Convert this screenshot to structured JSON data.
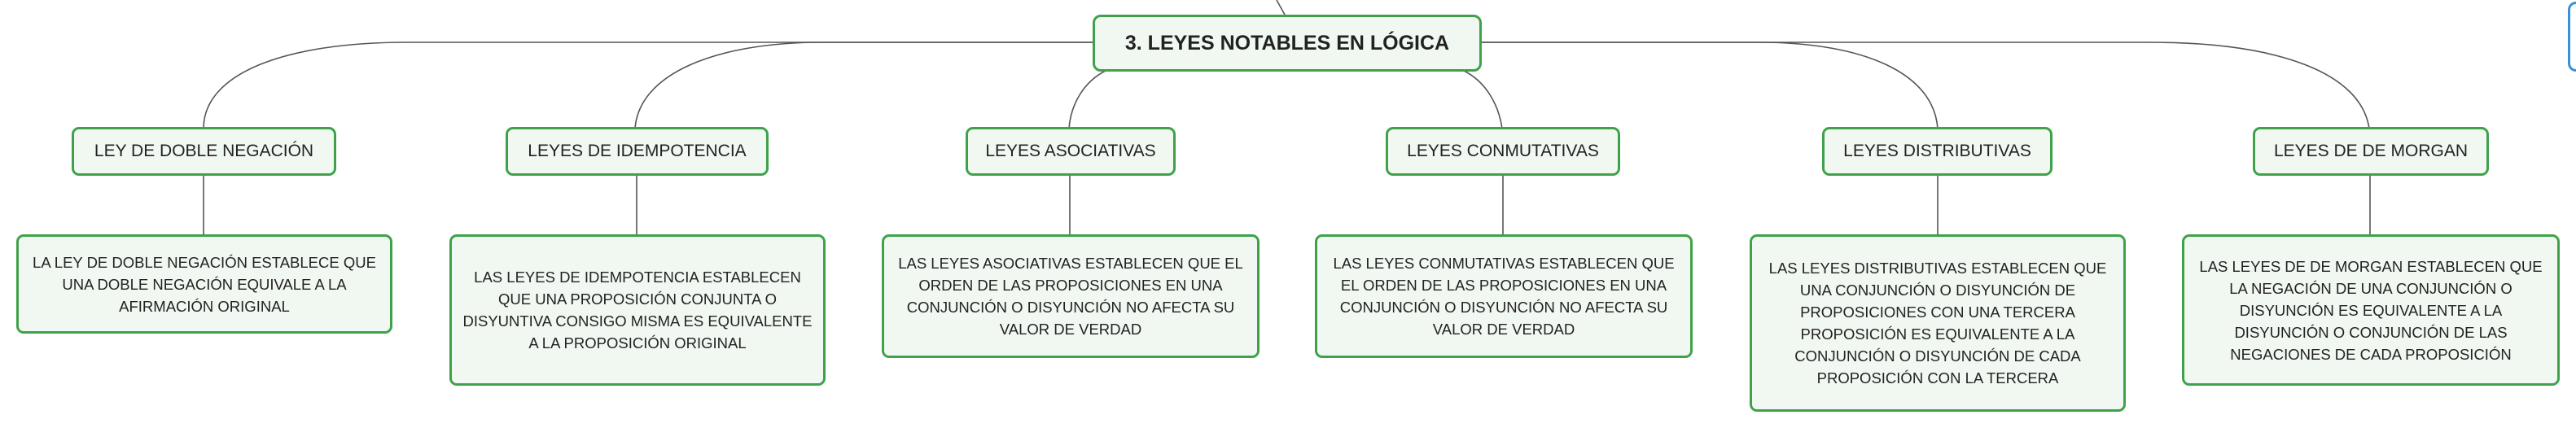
{
  "root": {
    "label": "3. LEYES NOTABLES EN LÓGICA"
  },
  "topics": [
    {
      "label": "LEY DE DOBLE NEGACIÓN",
      "description": "LA LEY DE DOBLE NEGACIÓN ESTABLECE QUE UNA DOBLE NEGACIÓN EQUIVALE A LA AFIRMACIÓN ORIGINAL"
    },
    {
      "label": "LEYES DE IDEMPOTENCIA",
      "description": "LAS LEYES DE IDEMPOTENCIA ESTABLECEN QUE UNA PROPOSICIÓN CONJUNTA O DISYUNTIVA CONSIGO MISMA ES EQUIVALENTE A LA PROPOSICIÓN ORIGINAL"
    },
    {
      "label": "LEYES ASOCIATIVAS",
      "description": "LAS LEYES ASOCIATIVAS ESTABLECEN QUE EL ORDEN DE LAS PROPOSICIONES EN UNA CONJUNCIÓN O DISYUNCIÓN NO AFECTA SU VALOR DE VERDAD"
    },
    {
      "label": "LEYES CONMUTATIVAS",
      "description": "LAS LEYES CONMUTATIVAS ESTABLECEN QUE EL ORDEN DE LAS PROPOSICIONES EN UNA CONJUNCIÓN O DISYUNCIÓN NO AFECTA SU VALOR DE VERDAD"
    },
    {
      "label": "LEYES DISTRIBUTIVAS",
      "description": "LAS LEYES DISTRIBUTIVAS ESTABLECEN QUE UNA CONJUNCIÓN O DISYUNCIÓN DE PROPOSICIONES CON UNA TERCERA PROPOSICIÓN ES EQUIVALENTE A LA CONJUNCIÓN O DISYUNCIÓN DE CADA PROPOSICIÓN CON LA TERCERA"
    },
    {
      "label": "LEYES DE DE MORGAN",
      "description": "LAS LEYES DE DE MORGAN ESTABLECEN QUE LA NEGACIÓN DE UNA CONJUNCIÓN O DISYUNCIÓN ES EQUIVALENTE A LA DISYUNCIÓN O CONJUNCIÓN DE LAS NEGACIONES DE CADA PROPOSICIÓN"
    }
  ],
  "colors": {
    "border": "#3fa24a",
    "fill": "#f1f8f2",
    "line": "#555555",
    "edge_tab": "#3a8fd6"
  }
}
